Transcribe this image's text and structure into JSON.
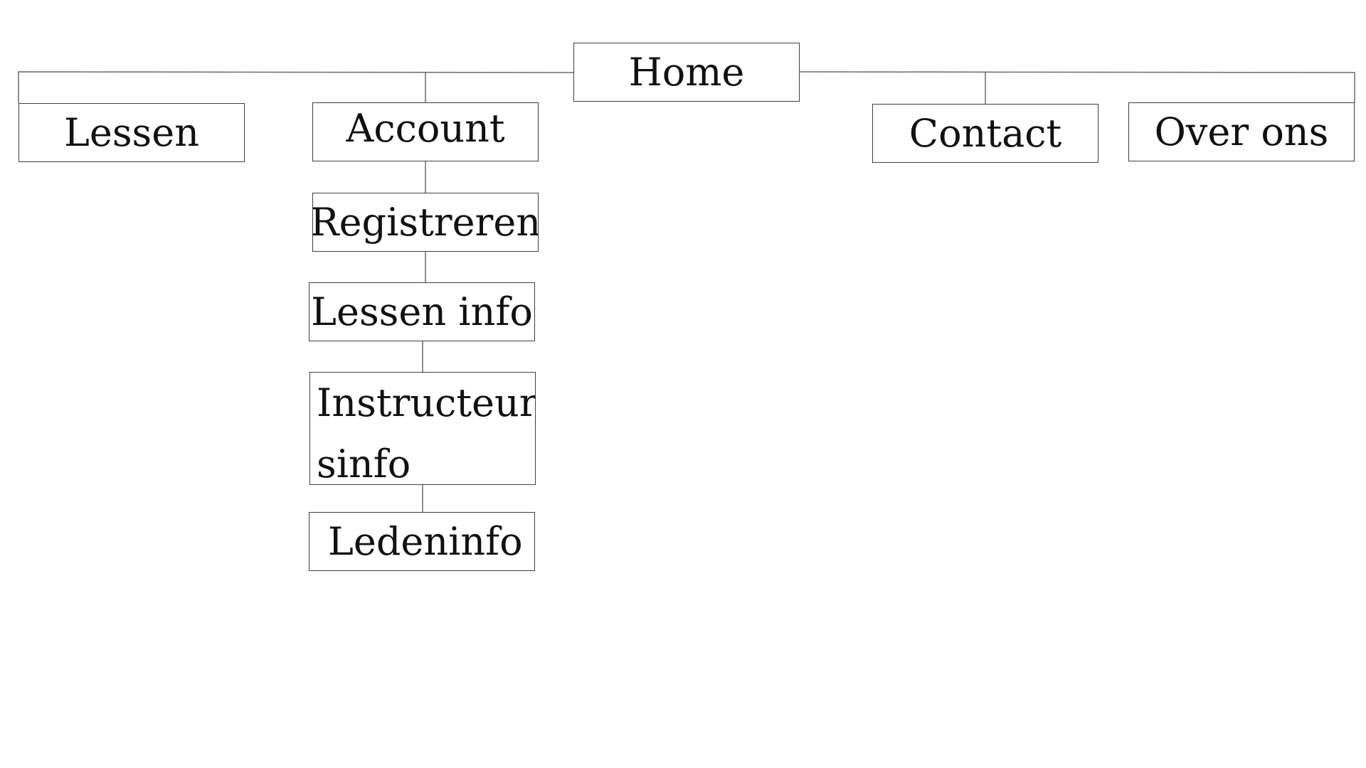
{
  "sitemap": {
    "root": {
      "label": "Home"
    },
    "children": [
      {
        "label": "Lessen"
      },
      {
        "label": "Account",
        "children": [
          {
            "label": "Registreren"
          },
          {
            "label": "Lessen info"
          },
          {
            "label": "Instructeur sinfo",
            "lines": [
              "Instructeur",
              "sinfo"
            ]
          },
          {
            "label": "Ledeninfo"
          }
        ]
      },
      {
        "label": "Contact"
      },
      {
        "label": "Over ons"
      }
    ]
  },
  "colors": {
    "line": "#6b6b6b",
    "border": "#3f3f3f",
    "text": "#111111",
    "background": "#ffffff"
  }
}
